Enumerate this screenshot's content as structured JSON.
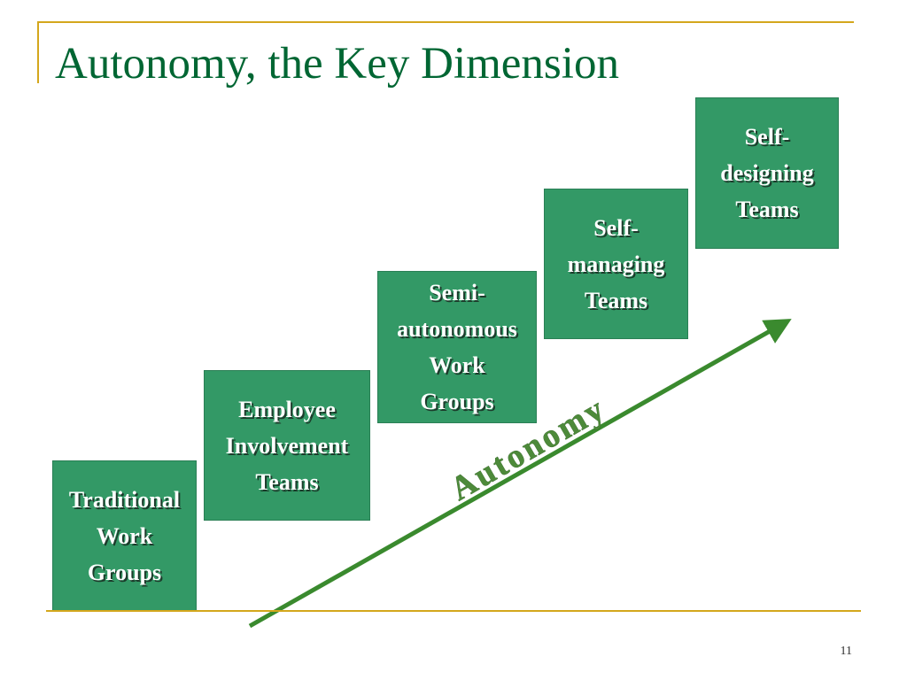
{
  "slide": {
    "title": "Autonomy, the Key Dimension",
    "page_number": "11"
  },
  "steps": [
    {
      "label": "Traditional Work Groups"
    },
    {
      "label": "Employee Involvement Teams"
    },
    {
      "label": "Semi-autonomous Work Groups"
    },
    {
      "label": "Self-managing Teams"
    },
    {
      "label": "Self-designing Teams"
    }
  ],
  "arrow": {
    "label": "Autonomy",
    "color": "#3a8a2e",
    "label_color": "#4d8a3a"
  },
  "colors": {
    "accent": "#d4a71c",
    "title": "#006633",
    "box": "#339966"
  }
}
